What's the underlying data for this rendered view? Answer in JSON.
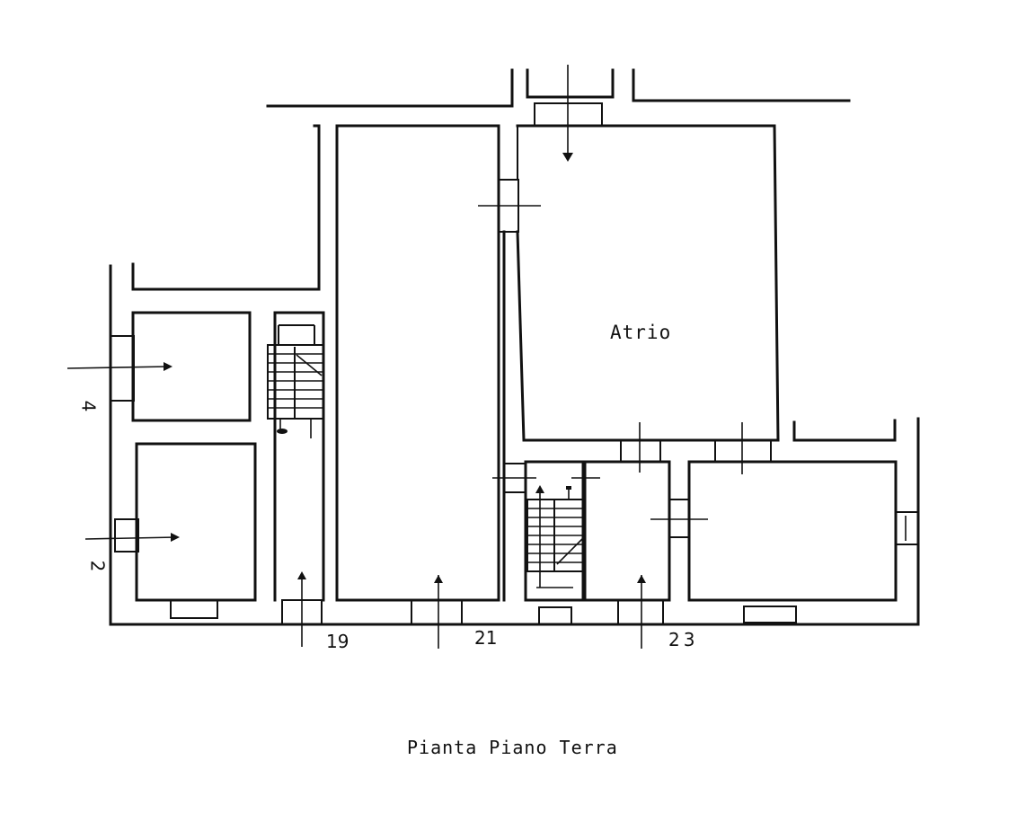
{
  "plan": {
    "caption": "Pianta Piano Terra",
    "rooms": [
      {
        "id": "atrio",
        "label": "Atrio"
      }
    ],
    "entrances": [
      {
        "id": "entrance-19",
        "number": "19"
      },
      {
        "id": "entrance-21",
        "number": "21"
      },
      {
        "id": "entrance-23",
        "number": "23"
      },
      {
        "id": "entrance-4",
        "number": "4"
      },
      {
        "id": "entrance-2",
        "number": "2"
      }
    ],
    "colors": {
      "line": "#111111",
      "background": "#ffffff"
    }
  }
}
